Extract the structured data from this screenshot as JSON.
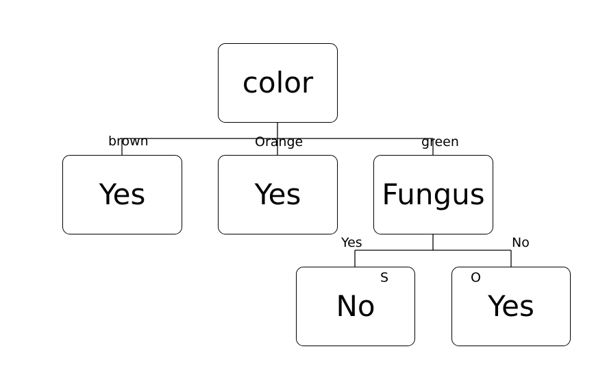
{
  "diagram": {
    "nodes": {
      "root": "color",
      "brown_leaf": "Yes",
      "orange_leaf": "Yes",
      "green_node": "Fungus",
      "fungus_yes_leaf": "No",
      "fungus_no_leaf": "Yes"
    },
    "edges": {
      "brown": "brown",
      "orange": "Orange",
      "green": "green",
      "fungus_yes": "Yes",
      "fungus_no": "No"
    },
    "marks": {
      "s": "S",
      "o": "O"
    }
  }
}
